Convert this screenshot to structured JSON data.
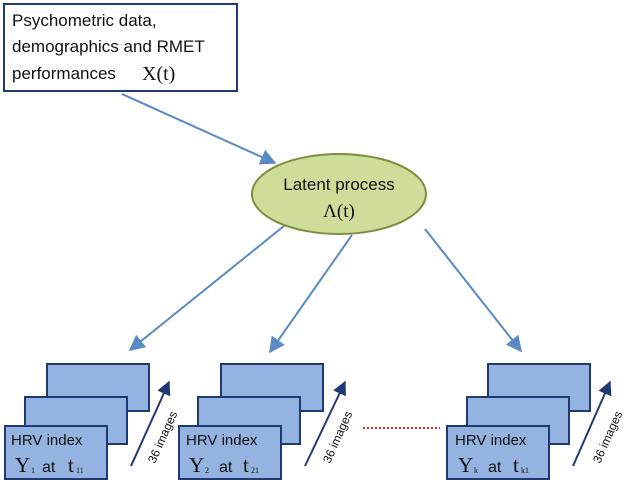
{
  "input_box": {
    "lines": [
      "Psychometric data,",
      "demographics and RMET",
      "performances"
    ],
    "math": "X(t)"
  },
  "latent": {
    "label": "Latent process",
    "math": "Λ(t)"
  },
  "groups": [
    {
      "title": "HRV index",
      "y_main": "Y",
      "y_sub": "1",
      "at": "at",
      "t_main": "t",
      "t_sub": "11",
      "images": "36 images"
    },
    {
      "title": "HRV index",
      "y_main": "Y",
      "y_sub": "2",
      "at": "at",
      "t_main": "t",
      "t_sub": "21",
      "images": "36 images"
    },
    {
      "title": "HRV index",
      "y_main": "Y",
      "y_sub": "k",
      "at": "at",
      "t_main": "t",
      "t_sub": "k1",
      "images": "36 images"
    }
  ],
  "colors": {
    "box_border": "#1f3a73",
    "ellipse_fill": "#cfdc9a",
    "ellipse_stroke": "#7a8f3a",
    "arrow": "#5a8ac6",
    "stack_fill": "#95b3e0",
    "stack_stroke": "#1f3a73",
    "dots": "#e02020"
  }
}
